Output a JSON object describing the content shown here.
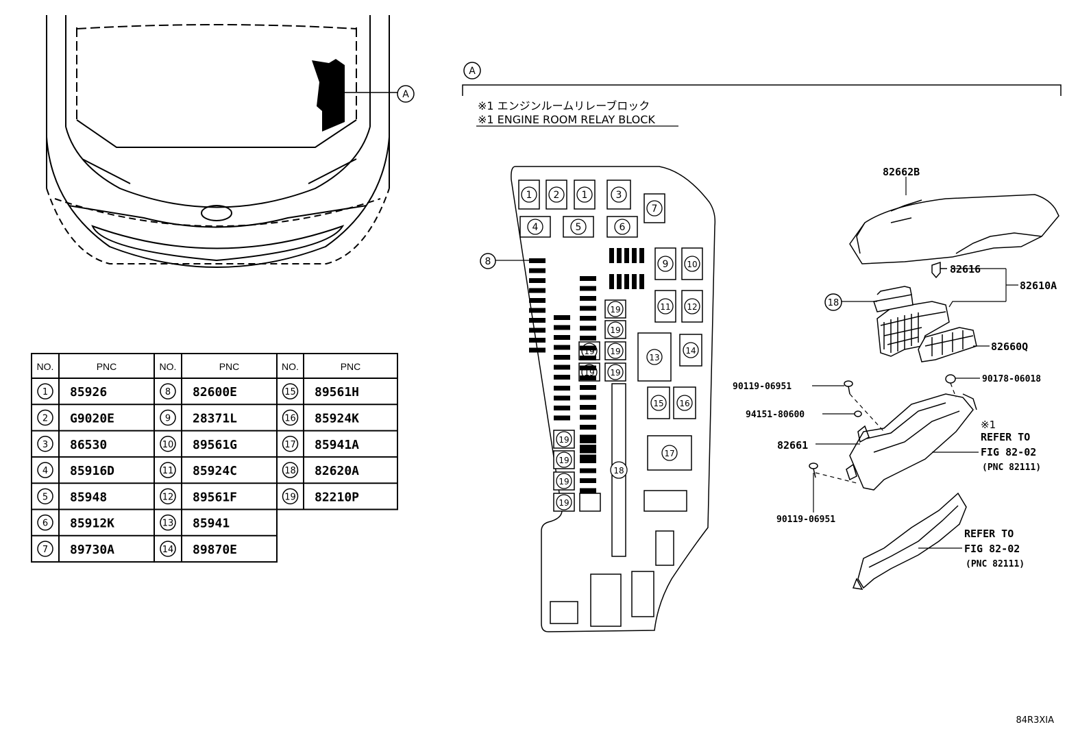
{
  "section_marker": "A",
  "caption_jp": "※1 エンジンルームリレーブロック",
  "caption_en": "※1 ENGINE ROOM RELAY BLOCK",
  "figure_code": "84R3XIA",
  "table": {
    "header_no": "NO.",
    "header_pnc": "PNC",
    "rows": [
      {
        "no": "1",
        "pnc": "85926"
      },
      {
        "no": "2",
        "pnc": "G9020E"
      },
      {
        "no": "3",
        "pnc": "86530"
      },
      {
        "no": "4",
        "pnc": "85916D"
      },
      {
        "no": "5",
        "pnc": "85948"
      },
      {
        "no": "6",
        "pnc": "85912K"
      },
      {
        "no": "7",
        "pnc": "89730A"
      },
      {
        "no": "8",
        "pnc": "82600E"
      },
      {
        "no": "9",
        "pnc": "28371L"
      },
      {
        "no": "10",
        "pnc": "89561G"
      },
      {
        "no": "11",
        "pnc": "85924C"
      },
      {
        "no": "12",
        "pnc": "89561F"
      },
      {
        "no": "13",
        "pnc": "85941"
      },
      {
        "no": "14",
        "pnc": "89870E"
      },
      {
        "no": "15",
        "pnc": "89561H"
      },
      {
        "no": "16",
        "pnc": "85924K"
      },
      {
        "no": "17",
        "pnc": "85941A"
      },
      {
        "no": "18",
        "pnc": "82620A"
      },
      {
        "no": "19",
        "pnc": "82210P"
      }
    ]
  },
  "parts": {
    "cover": "82662B",
    "relay": "82616",
    "assembly": "82610A",
    "block": "82660Q",
    "bracket": "82661",
    "bolt_top": "90119-06951",
    "nut": "94151-80600",
    "clip": "90178-06018",
    "bolt_bottom": "90119-06951",
    "item18": "18"
  },
  "refer1": {
    "mark": "※1",
    "line1": "REFER TO",
    "line2": "FIG 82-02",
    "line3": "(PNC 82111)"
  },
  "refer2": {
    "line1": "REFER TO",
    "line2": "FIG 82-02",
    "line3": "(PNC 82111)"
  },
  "fuse_labels": [
    "1",
    "2",
    "1",
    "3",
    "7",
    "4",
    "5",
    "6",
    "8",
    "9",
    "10",
    "11",
    "12",
    "13",
    "14",
    "15",
    "16",
    "17",
    "18",
    "19"
  ]
}
